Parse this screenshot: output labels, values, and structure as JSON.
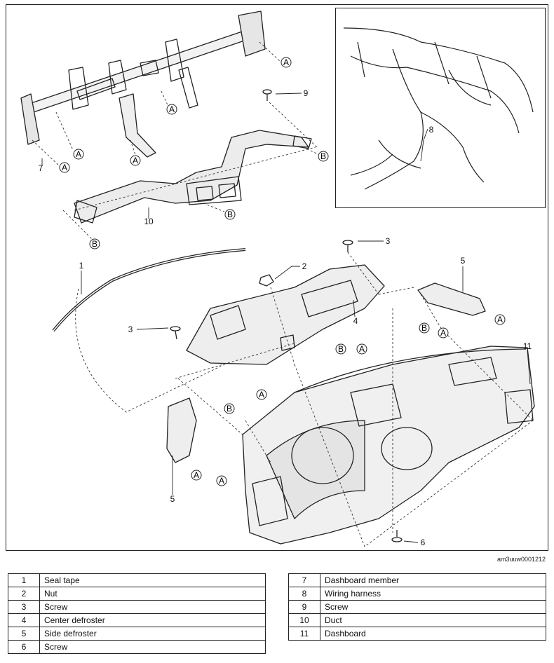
{
  "callouts": {
    "ref_a": "A",
    "ref_b": "B",
    "n1": "1",
    "n2": "2",
    "n3": "3",
    "n4": "4",
    "n5": "5",
    "n6": "6",
    "n7": "7",
    "n8": "8",
    "n9": "9",
    "n10": "10",
    "n11": "11"
  },
  "image_code": "am3uuw0001212",
  "legend": {
    "left": [
      {
        "num": "1",
        "name": "Seal tape"
      },
      {
        "num": "2",
        "name": "Nut"
      },
      {
        "num": "3",
        "name": "Screw"
      },
      {
        "num": "4",
        "name": "Center defroster"
      },
      {
        "num": "5",
        "name": "Side defroster"
      },
      {
        "num": "6",
        "name": "Screw"
      }
    ],
    "right": [
      {
        "num": "7",
        "name": "Dashboard member"
      },
      {
        "num": "8",
        "name": "Wiring harness"
      },
      {
        "num": "9",
        "name": "Screw"
      },
      {
        "num": "10",
        "name": "Duct"
      },
      {
        "num": "11",
        "name": "Dashboard"
      }
    ]
  }
}
